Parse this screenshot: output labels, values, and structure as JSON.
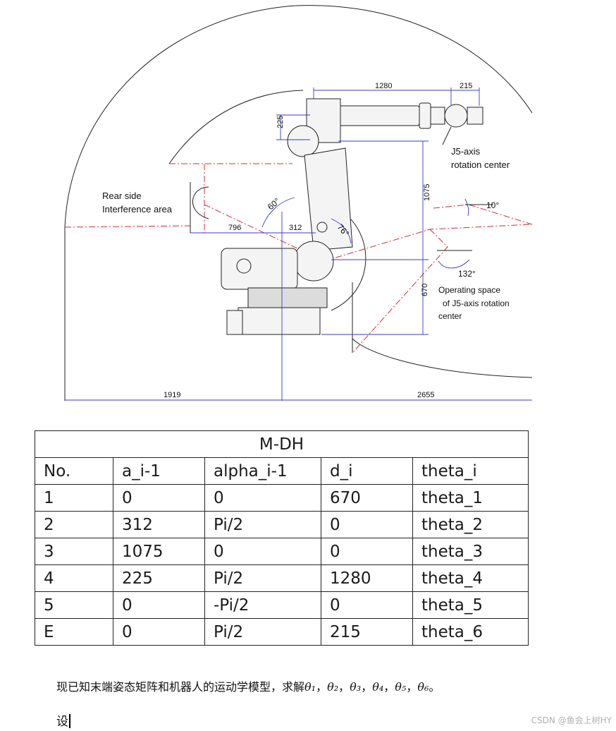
{
  "figure": {
    "dims": {
      "top_1280": "1280",
      "top_215": "215",
      "height_225": "225",
      "height_1075": "1075",
      "height_670": "670",
      "horiz_796": "796",
      "horiz_312": "312",
      "base_1919": "1919",
      "base_2655": "2655"
    },
    "angles": {
      "a60": "60°",
      "a76": "76°",
      "a10": "10°",
      "a132": "132°"
    },
    "labels": {
      "j5_line1": "J5-axis",
      "j5_line2": "rotation center",
      "rear_line1": "Rear side",
      "rear_line2": "Interference area",
      "op_line1": "Operating space",
      "op_line2": "of J5-axis rotation",
      "op_line3": "center"
    },
    "colors": {
      "dimension": "#3a3acc",
      "envelope": "#d03030",
      "outline": "#222222"
    }
  },
  "table": {
    "title": "M-DH",
    "headers": [
      "No.",
      "a_i-1",
      "alpha_i-1",
      "d_i",
      "theta_i"
    ],
    "rows": [
      [
        "1",
        "0",
        "0",
        "670",
        "theta_1"
      ],
      [
        "2",
        "312",
        "Pi/2",
        "0",
        "theta_2"
      ],
      [
        "3",
        "1075",
        "0",
        "0",
        "theta_3"
      ],
      [
        "4",
        "225",
        "Pi/2",
        "1280",
        "theta_4"
      ],
      [
        "5",
        "0",
        "-Pi/2",
        "0",
        "theta_5"
      ],
      [
        "E",
        "0",
        "Pi/2",
        "215",
        "theta_6"
      ]
    ]
  },
  "problem": {
    "prefix": "现已知末端姿态矩阵和机器人的运动学模型，求解",
    "thetas": [
      "θ₁",
      "θ₂",
      "θ₃",
      "θ₄",
      "θ₅",
      "θ₆"
    ],
    "separator": "，",
    "end": "。",
    "line2": "设"
  },
  "watermark": "CSDN @鱼会上树HY"
}
